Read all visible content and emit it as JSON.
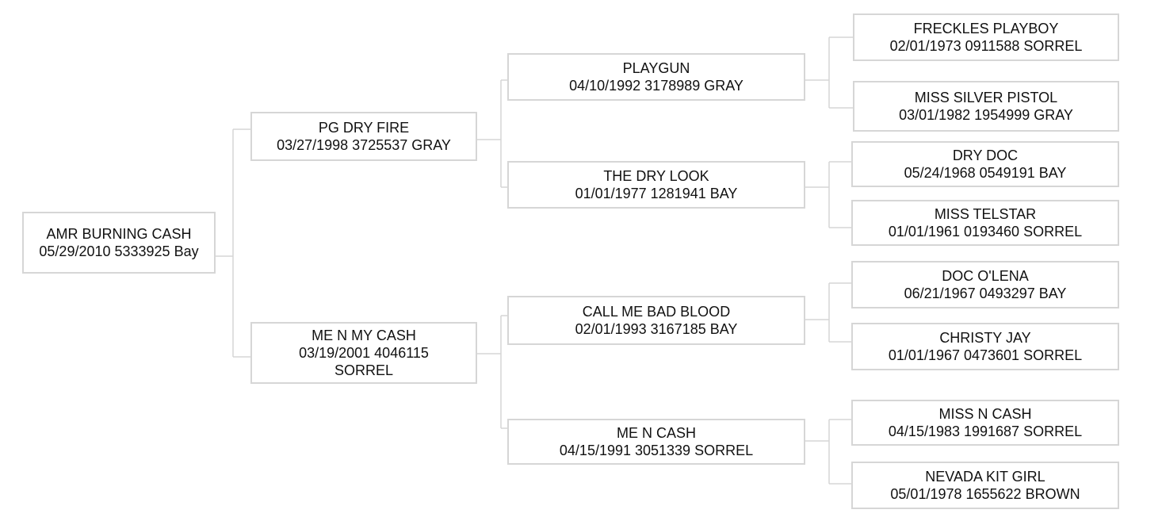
{
  "pedigree": {
    "subject": {
      "name": "AMR BURNING CASH",
      "info": "05/29/2010 5333925 Bay"
    },
    "sire": {
      "name": "PG DRY FIRE",
      "info": "03/27/1998 3725537 GRAY"
    },
    "dam": {
      "name": "ME N MY CASH",
      "info": "03/19/2001 4046115 SORREL"
    },
    "ss": {
      "name": "PLAYGUN",
      "info": "04/10/1992 3178989 GRAY"
    },
    "sd": {
      "name": "THE DRY LOOK",
      "info": "01/01/1977 1281941 BAY"
    },
    "ds": {
      "name": "CALL ME BAD BLOOD",
      "info": "02/01/1993 3167185 BAY"
    },
    "dd": {
      "name": "ME N CASH",
      "info": "04/15/1991 3051339 SORREL"
    },
    "sss": {
      "name": "FRECKLES PLAYBOY",
      "info": "02/01/1973 0911588 SORREL"
    },
    "ssd": {
      "name": "MISS SILVER PISTOL",
      "info": "03/01/1982 1954999 GRAY"
    },
    "sds": {
      "name": "DRY DOC",
      "info": "05/24/1968 0549191 BAY"
    },
    "sdd": {
      "name": "MISS TELSTAR",
      "info": "01/01/1961 0193460 SORREL"
    },
    "dss": {
      "name": "DOC O'LENA",
      "info": "06/21/1967 0493297 BAY"
    },
    "dsd": {
      "name": "CHRISTY JAY",
      "info": "01/01/1967 0473601 SORREL"
    },
    "dds": {
      "name": "MISS N CASH",
      "info": "04/15/1983 1991687 SORREL"
    },
    "ddd": {
      "name": "NEVADA KIT GIRL",
      "info": "05/01/1978 1655622 BROWN"
    }
  }
}
